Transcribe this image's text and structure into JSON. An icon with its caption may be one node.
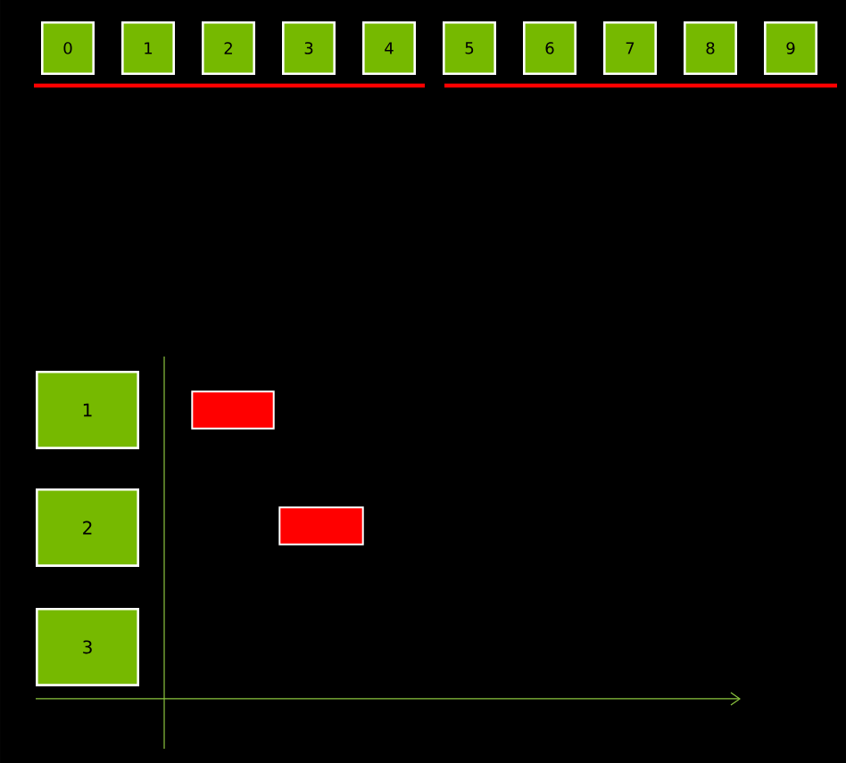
{
  "diagram": {
    "nodes": [
      {
        "text": [
          "0"
        ]
      },
      {
        "text": [
          "1"
        ]
      },
      {
        "text": [
          "2"
        ]
      },
      {
        "text": [
          "3"
        ]
      },
      {
        "text": [
          "4"
        ]
      },
      {
        "text": [
          "5"
        ]
      },
      {
        "text": [
          "6"
        ]
      },
      {
        "text": [
          "7"
        ]
      },
      {
        "text": [
          "8"
        ]
      },
      {
        "text": [
          "9"
        ]
      },
      {
        "text": [
          "1"
        ]
      },
      {
        "text": [
          "2"
        ]
      },
      {
        "text": [
          "3"
        ]
      },
      {
        "text": [],
        "shape": "bar"
      },
      {
        "text": [],
        "shape": "bar"
      }
    ]
  }
}
